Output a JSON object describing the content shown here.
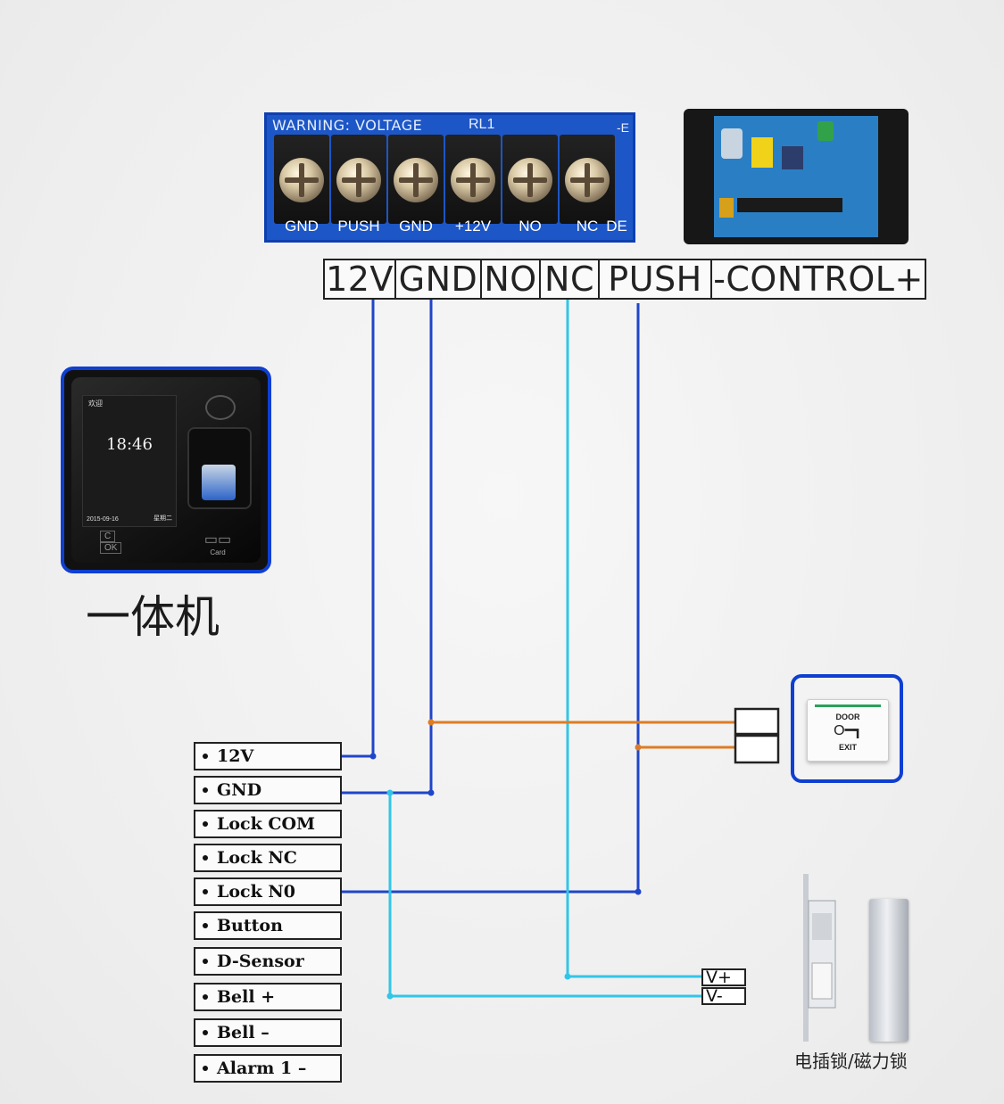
{
  "terminal_photo": {
    "warning_text": "WARNING: VOLTAGE",
    "rl_text": "RL1",
    "edge_text": "-E",
    "labels": [
      "GND",
      "PUSH",
      "GND",
      "+12V",
      "NO",
      "NC",
      "DE"
    ]
  },
  "control_table": {
    "cells": [
      "12V",
      "GND",
      "NO",
      "NC",
      "PUSH",
      "-CONTROL+"
    ]
  },
  "device": {
    "screen_greeting": "欢迎",
    "screen_time": "18:46",
    "screen_date": "2015-09-16",
    "screen_weekday": "星期二",
    "key_c": "C",
    "key_ok": "OK",
    "card_label": "Card",
    "caption": "一体机"
  },
  "terminals": [
    {
      "label": "12V"
    },
    {
      "label": "GND"
    },
    {
      "label": "Lock COM"
    },
    {
      "label": "Lock NC"
    },
    {
      "label": "Lock N0"
    },
    {
      "label": "Button"
    },
    {
      "label": "D-Sensor"
    },
    {
      "label": "Bell +"
    },
    {
      "label": "Bell –"
    },
    {
      "label": "Alarm 1 –"
    }
  ],
  "exit_button": {
    "door_text": "DOOR",
    "exit_text": "EXIT"
  },
  "lock": {
    "v_plus": "V+",
    "v_minus": "V-",
    "caption": "电插锁/磁力锁"
  },
  "colors": {
    "dark_blue_wire": "#1f45c9",
    "light_blue_wire": "#33c5e6",
    "orange_wire": "#dd7c24",
    "frame_blue": "#0f3fd1"
  }
}
